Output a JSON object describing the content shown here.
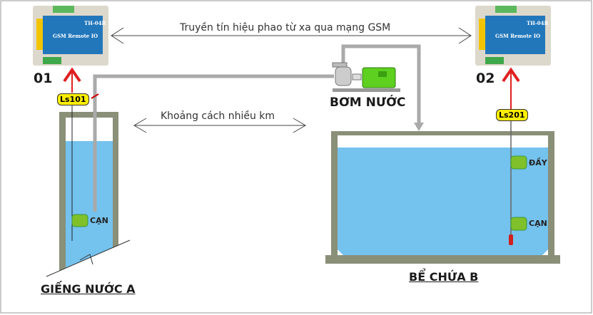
{
  "header": {
    "signal_label": "Truyền tín hiệu phao từ xa qua mạng GSM",
    "distance_label": "Khoảng cách nhiều km"
  },
  "devices": [
    {
      "number": "01",
      "model": "TH-04R",
      "name": "GSM Remote IO",
      "sensor": "Ls101"
    },
    {
      "number": "02",
      "model": "TH-04R",
      "name": "GSM Remote IO",
      "sensor": "Ls201"
    }
  ],
  "pump": {
    "label": "BƠM NƯỚC"
  },
  "well": {
    "title": "GIẾNG NƯỚC A",
    "float_low": "CẠN"
  },
  "tank": {
    "title": "BỂ CHỨA B",
    "float_high": "ĐẦY",
    "float_low": "CẠN"
  },
  "colors": {
    "water": "#74c2ee",
    "wall": "#8a8f78",
    "float": "#80c02a",
    "arrow": "#e02020",
    "badge": "#ffee00",
    "pipe": "#aaaaaa"
  }
}
